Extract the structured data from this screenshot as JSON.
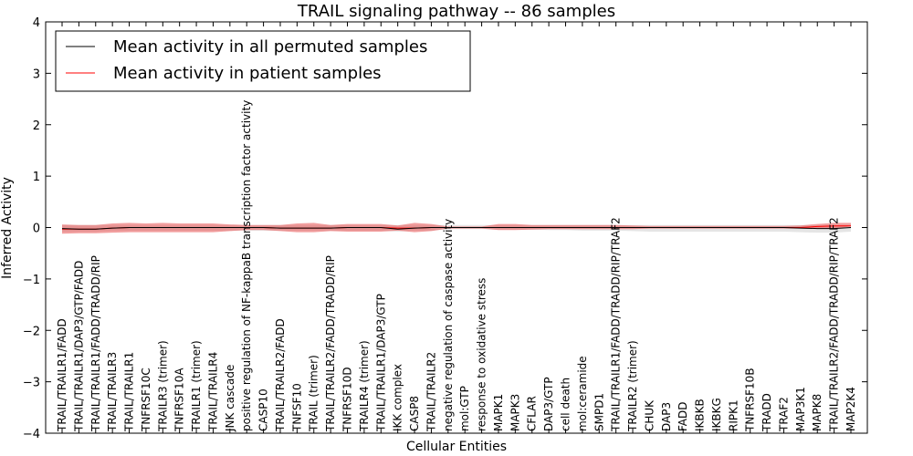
{
  "chart_data": {
    "type": "line",
    "title": "TRAIL signaling pathway -- 86 samples",
    "xlabel": "Cellular Entities",
    "ylabel": "Inferred Activity",
    "ylim": [
      -4,
      4
    ],
    "yticks": [
      "−4",
      "−3",
      "−2",
      "−1",
      "0",
      "1",
      "2",
      "3",
      "4"
    ],
    "ytick_values": [
      -4,
      -3,
      -2,
      -1,
      0,
      1,
      2,
      3,
      4
    ],
    "grid": false,
    "legend_position": "top-left",
    "categories": [
      "TRAIL/TRAILR1/FADD",
      "TRAIL/TRAILR1/DAP3/GTP/FADD",
      "TRAIL/TRAILR1/FADD/TRADD/RIP",
      "TRAIL/TRAILR3",
      "TRAIL/TRAILR1",
      "TNFRSF10C",
      "TRAILR3 (trimer)",
      "TNFRSF10A",
      "TRAILR1 (trimer)",
      "TRAIL/TRAILR4",
      "JNK cascade",
      "positive regulation of NF-kappaB transcription factor activity",
      "CASP10",
      "TRAIL/TRAILR2/FADD",
      "TNFSF10",
      "TRAIL (trimer)",
      "TRAIL/TRAILR2/FADD/TRADD/RIP",
      "TNFRSF10D",
      "TRAILR4 (trimer)",
      "TRAIL/TRAILR1/DAP3/GTP",
      "IKK complex",
      "CASP8",
      "TRAIL/TRAILR2",
      "negative regulation of caspase activity",
      "mol:GTP",
      "response to oxidative stress",
      "MAPK1",
      "MAPK3",
      "CFLAR",
      "DAP3/GTP",
      "cell death",
      "mol:ceramide",
      "SMPD1",
      "TRAIL/TRAILR1/FADD/TRADD/RIP/TRAF2",
      "TRAILR2 (trimer)",
      "CHUK",
      "DAP3",
      "FADD",
      "IKBKB",
      "IKBKG",
      "RIPK1",
      "TNFRSF10B",
      "TRADD",
      "TRAF2",
      "MAP3K1",
      "MAPK8",
      "TRAIL/TRAILR2/FADD/TRADD/RIP/TRAF2",
      "MAP2K4"
    ],
    "series": [
      {
        "name": "Mean activity in all permuted samples",
        "color": "#000000",
        "values": [
          -0.02,
          -0.03,
          -0.03,
          -0.01,
          0.0,
          0.0,
          0.0,
          0.0,
          0.0,
          0.0,
          0.0,
          0.0,
          0.0,
          -0.01,
          -0.01,
          -0.01,
          -0.01,
          0.0,
          0.0,
          0.0,
          -0.03,
          -0.01,
          0.0,
          0.0,
          0.0,
          0.0,
          0.0,
          0.0,
          0.0,
          0.0,
          0.0,
          0.0,
          0.0,
          0.0,
          0.0,
          0.0,
          0.0,
          0.0,
          0.0,
          0.0,
          0.0,
          0.0,
          0.0,
          0.0,
          -0.01,
          -0.02,
          -0.02,
          0.0
        ],
        "band_upper": [
          0.05,
          0.05,
          0.05,
          0.05,
          0.05,
          0.05,
          0.05,
          0.05,
          0.05,
          0.05,
          0.05,
          0.05,
          0.05,
          0.05,
          0.05,
          0.05,
          0.05,
          0.05,
          0.05,
          0.05,
          0.05,
          0.05,
          0.05,
          0.05,
          0.05,
          0.05,
          0.05,
          0.05,
          0.05,
          0.05,
          0.05,
          0.05,
          0.05,
          0.05,
          0.05,
          0.05,
          0.05,
          0.05,
          0.05,
          0.05,
          0.05,
          0.05,
          0.05,
          0.05,
          0.05,
          0.05,
          0.05,
          0.05
        ],
        "band_lower": [
          -0.08,
          -0.08,
          -0.08,
          -0.06,
          -0.06,
          -0.06,
          -0.06,
          -0.06,
          -0.06,
          -0.06,
          -0.06,
          -0.06,
          -0.06,
          -0.06,
          -0.06,
          -0.06,
          -0.06,
          -0.06,
          -0.06,
          -0.06,
          -0.08,
          -0.06,
          -0.06,
          -0.03,
          -0.03,
          -0.03,
          -0.04,
          -0.04,
          -0.04,
          -0.05,
          -0.05,
          -0.06,
          -0.06,
          -0.06,
          -0.07,
          -0.08,
          -0.08,
          -0.08,
          -0.08,
          -0.08,
          -0.08,
          -0.08,
          -0.08,
          -0.08,
          -0.09,
          -0.1,
          -0.1,
          -0.08
        ]
      },
      {
        "name": "Mean activity in patient samples",
        "color": "#ff0000",
        "values": [
          -0.03,
          -0.03,
          -0.03,
          -0.01,
          0.0,
          0.0,
          0.0,
          0.0,
          0.0,
          0.0,
          0.0,
          0.0,
          0.0,
          -0.01,
          -0.01,
          -0.01,
          -0.01,
          0.0,
          0.0,
          0.0,
          -0.01,
          -0.01,
          0.0,
          0.0,
          0.0,
          0.0,
          0.0,
          0.0,
          0.0,
          0.0,
          0.0,
          0.0,
          0.0,
          0.0,
          0.0,
          0.0,
          0.0,
          0.0,
          0.0,
          0.0,
          0.0,
          0.0,
          0.0,
          0.0,
          0.0,
          0.02,
          0.03,
          0.03
        ],
        "band_upper": [
          0.06,
          0.05,
          0.05,
          0.08,
          0.09,
          0.08,
          0.09,
          0.08,
          0.08,
          0.08,
          0.06,
          0.05,
          0.05,
          0.05,
          0.08,
          0.09,
          0.05,
          0.07,
          0.07,
          0.07,
          0.04,
          0.09,
          0.07,
          0.02,
          0.02,
          0.02,
          0.07,
          0.07,
          0.05,
          0.05,
          0.05,
          0.05,
          0.05,
          0.05,
          0.04,
          0.03,
          0.03,
          0.03,
          0.03,
          0.03,
          0.03,
          0.03,
          0.03,
          0.03,
          0.04,
          0.07,
          0.09,
          0.09
        ],
        "band_lower": [
          -0.12,
          -0.11,
          -0.11,
          -0.1,
          -0.09,
          -0.09,
          -0.09,
          -0.09,
          -0.09,
          -0.09,
          -0.07,
          -0.05,
          -0.05,
          -0.07,
          -0.09,
          -0.09,
          -0.07,
          -0.08,
          -0.08,
          -0.08,
          -0.06,
          -0.09,
          -0.07,
          -0.02,
          -0.02,
          -0.02,
          -0.05,
          -0.05,
          -0.04,
          -0.03,
          -0.03,
          -0.03,
          -0.03,
          -0.03,
          -0.03,
          -0.02,
          -0.02,
          -0.02,
          -0.02,
          -0.02,
          -0.02,
          -0.02,
          -0.02,
          -0.02,
          -0.02,
          -0.02,
          -0.02,
          0.02
        ]
      }
    ]
  }
}
